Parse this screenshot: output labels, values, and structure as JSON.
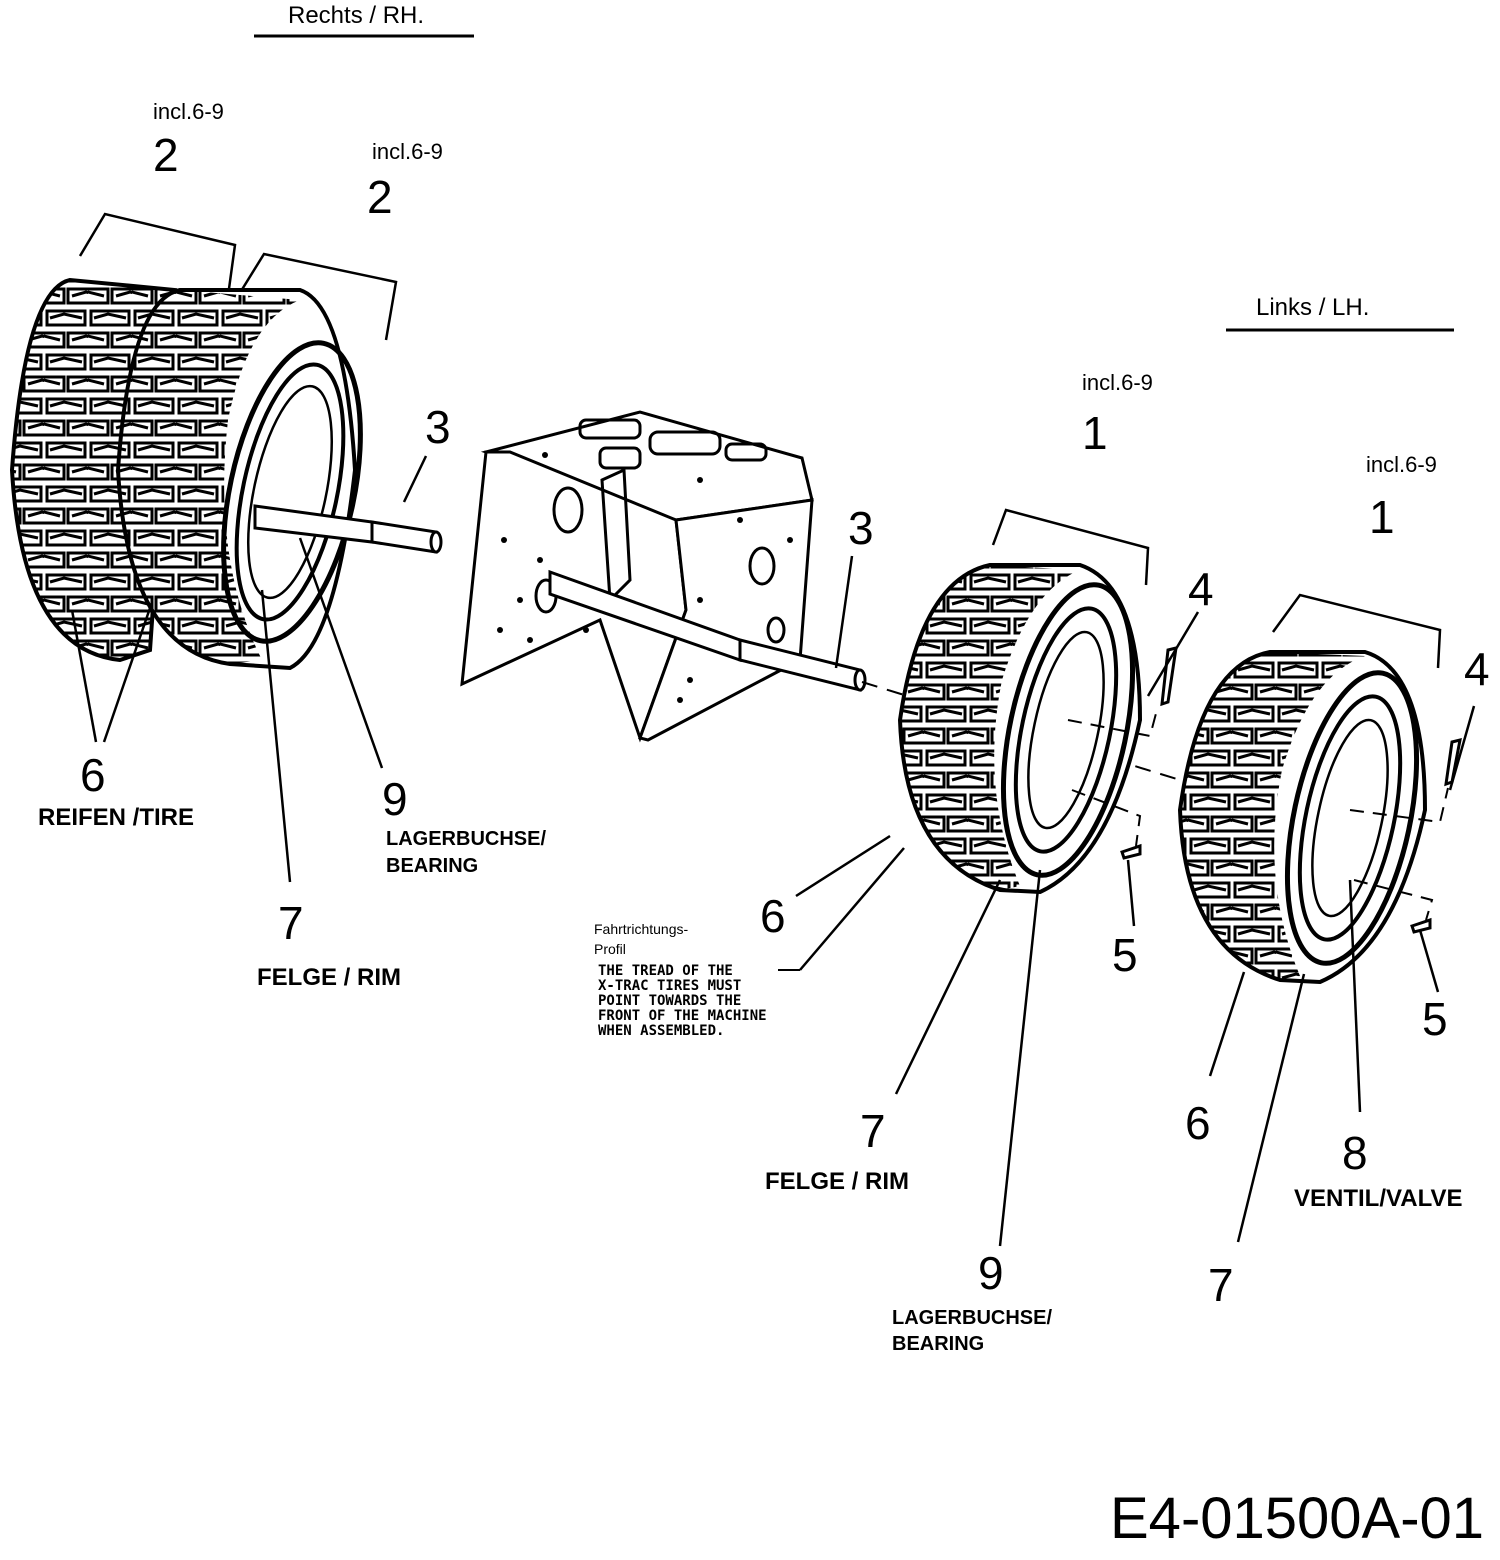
{
  "headers": {
    "right_side": "Rechts / RH.",
    "left_side": "Links / LH."
  },
  "callouts": {
    "incl": "incl.6-9",
    "n1": "1",
    "n2": "2",
    "n3": "3",
    "n4": "4",
    "n5": "5",
    "n6": "6",
    "n7": "7",
    "n8": "8",
    "n9": "9"
  },
  "labels": {
    "tire": "REIFEN /TIRE",
    "bearing_line1": "LAGERBUCHSE/",
    "bearing_line2": "BEARING",
    "rim": "FELGE / RIM",
    "valve": "VENTIL/VALVE"
  },
  "note": {
    "heading_line1": "Fahrtrichtungs-",
    "heading_line2": "Profil",
    "lines": [
      "THE TREAD OF THE",
      "X-TRAC TIRES MUST",
      "POINT TOWARDS THE",
      "FRONT OF THE MACHINE",
      "WHEN ASSEMBLED."
    ]
  },
  "drawing_code": "E4-01500A-01",
  "parts": [
    "tire",
    "rim",
    "bearing",
    "valve",
    "axle",
    "housing",
    "pin",
    "clip"
  ]
}
